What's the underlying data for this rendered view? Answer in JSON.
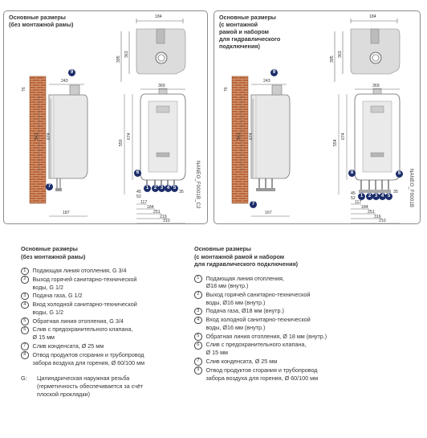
{
  "left_panel": {
    "title": "Основные размеры\n(без монтажной рамы)",
    "code": "NANEO_F0001B_C2",
    "dims": {
      "top_width": "184",
      "top_side_h": "363",
      "top_depth": "395",
      "depth_243": "243",
      "h_541": "541",
      "h_76": "76",
      "width_369": "369",
      "h_674": "674",
      "h_550": "550",
      "d_187": "187",
      "d_45": "45",
      "d_52": "52",
      "d_117": "117",
      "d_184": "184",
      "d_251": "251",
      "d_219": "219",
      "d_310": "310",
      "d_35": "35"
    },
    "markers": [
      "9",
      "7",
      "6",
      "1",
      "2",
      "3",
      "4",
      "5"
    ]
  },
  "right_panel": {
    "title": "Основные размеры\n(с монтажной\nрамой и набором\nдля гидравлического\nподключения)",
    "code": "NANEO_F0001B",
    "dims": {
      "top_width": "184",
      "top_side_h": "363",
      "top_depth": "395",
      "depth_243": "243",
      "h_541": "541",
      "h_76": "76",
      "width_369": "369",
      "h_674": "674",
      "h_554": "554",
      "d_167": "167",
      "d_45": "45",
      "d_52": "52",
      "d_117": "117",
      "d_184": "184",
      "d_251": "251",
      "d_316": "316",
      "d_210": "210",
      "d_35": "35"
    },
    "markers": [
      "9",
      "7",
      "8",
      "1",
      "2",
      "3",
      "4",
      "5",
      "6"
    ]
  },
  "legend_left": {
    "title": "Основные размеры\n(без монтажной рамы)",
    "items": [
      {
        "n": "1",
        "text": "Подающая линия отопления, G 3/4"
      },
      {
        "n": "2",
        "text": "Выход горячей санитарно-технической\nводы, G 1/2"
      },
      {
        "n": "3",
        "text": "Подача газа, G 1/2"
      },
      {
        "n": "4",
        "text": "Вход холодной санитарно-технической\nводы, G 1/2"
      },
      {
        "n": "5",
        "text": "Обратная линия отопления, G 3/4"
      },
      {
        "n": "6",
        "text": "Слив с предохранительного клапана,\nØ 15 мм"
      },
      {
        "n": "7",
        "text": "Слив конденсата, Ø 25 мм"
      },
      {
        "n": "8",
        "text": "Отвод продуктов сгорания и трубопровод\nзабора воздуха для горения, Ø 60/100 мм"
      }
    ],
    "note_key": "G:",
    "note_text": "Цилиндрическая наружная резьба\n(герметичность обеспечивается за счёт\nплоской прокладки)"
  },
  "legend_right": {
    "title": "Основные размеры\n(с монтажной рамой и набором\nдля гидравлического подключения)",
    "items": [
      {
        "n": "1",
        "text": "Подающая линия отопления,\nØ18 мм (внутр.)"
      },
      {
        "n": "2",
        "text": "Выход горячей санитарно-технической\nводы, Ø16 мм (внутр.)"
      },
      {
        "n": "3",
        "text": "Подача газа, Ø18 мм (внутр.)"
      },
      {
        "n": "4",
        "text": "Вход холодной санитарно-технической\nводы, Ø16 мм (внутр.)"
      },
      {
        "n": "5",
        "text": "Обратная линия отопления, Ø 18 мм (внутр.)"
      },
      {
        "n": "6",
        "text": "Слив с предохранительного клапана,\nØ 15 мм"
      },
      {
        "n": "7",
        "text": "Слив конденсата, Ø 25 мм"
      },
      {
        "n": "9",
        "text": "Отвод продуктов сгорания и трубопровод\nзабора воздуха для горения, Ø 60/100 мм"
      }
    ]
  },
  "colors": {
    "marker": "#1c2e6b",
    "brick": "#b8653a",
    "boiler_shade": "#d7d7d7"
  }
}
